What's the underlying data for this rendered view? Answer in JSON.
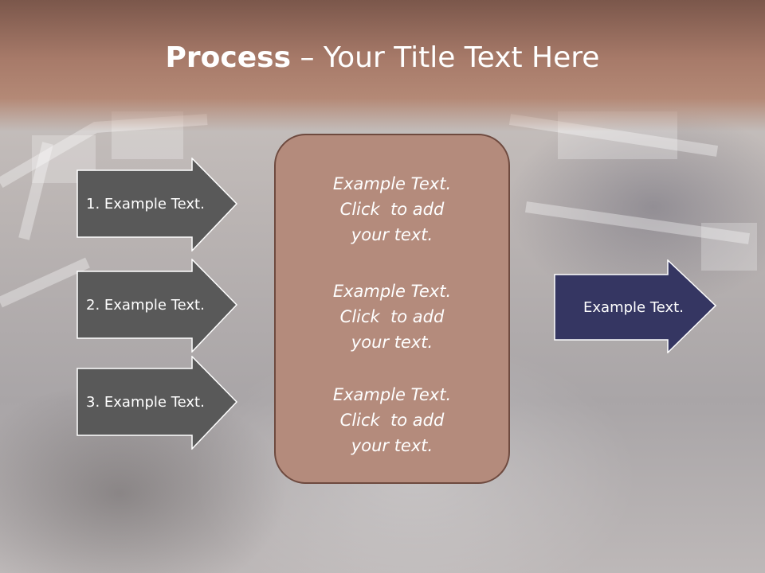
{
  "title": {
    "bold": "Process",
    "rest": " – Your Title Text Here"
  },
  "left_arrows": [
    {
      "label": "1. Example Text."
    },
    {
      "label": "2. Example Text."
    },
    {
      "label": "3. Example Text."
    }
  ],
  "center_box": {
    "paragraphs": [
      {
        "line1": "Example Text.",
        "line2": "Click  to add",
        "line3": "your text."
      },
      {
        "line1": "Example Text.",
        "line2": "Click  to add",
        "line3": "your text."
      },
      {
        "line1": "Example Text.",
        "line2": "Click  to add",
        "line3": "your text."
      }
    ]
  },
  "right_arrow": {
    "label": "Example Text."
  },
  "colors": {
    "title_band": "#a77a69",
    "left_arrow_fill": "#595959",
    "center_box_fill": "#b48b7c",
    "right_arrow_fill": "#353662"
  }
}
